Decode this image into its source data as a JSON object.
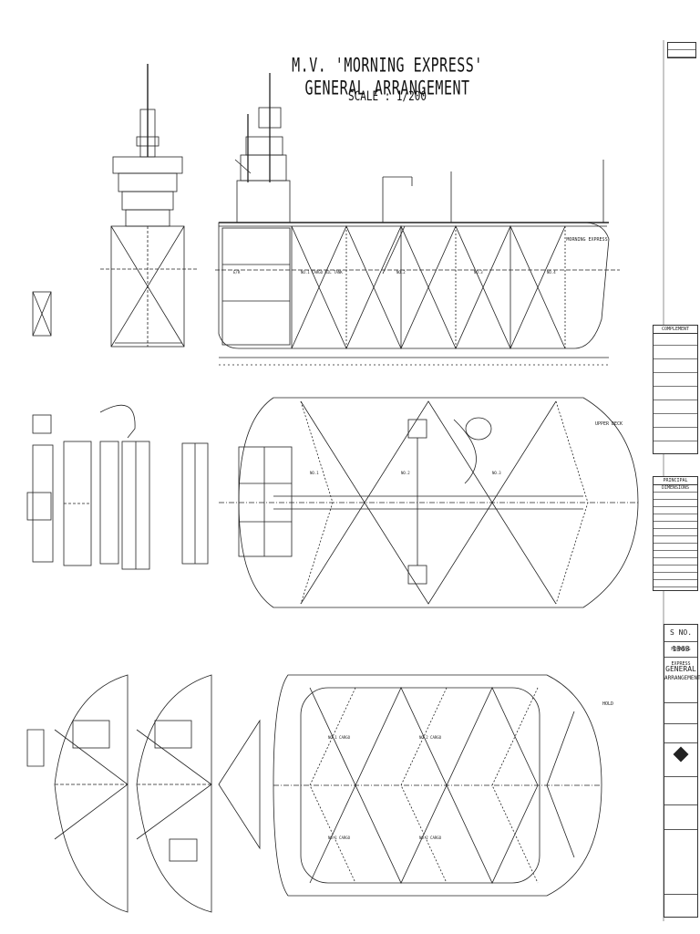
{
  "drawing": {
    "title": "M.V. 'MORNING EXPRESS' GENERAL ARRANGEMENT",
    "scale": "SCALE : 1/200",
    "ship_name_on_hull": "MORNING EXPRESS",
    "view_labels": {
      "profile": "",
      "upper_deck": "UPPER DECK",
      "hold": "HOLD"
    }
  },
  "title_block": {
    "number": "S NO. 1363",
    "ship": "MORNING EXPRESS",
    "drawing_title_line1": "GENERAL",
    "drawing_title_line2": "ARRANGEMENT"
  },
  "tables": {
    "complement": {
      "heading": "COMPLEMENT"
    },
    "principal_dimensions": {
      "heading": "PRINCIPAL DIMENSIONS"
    }
  }
}
